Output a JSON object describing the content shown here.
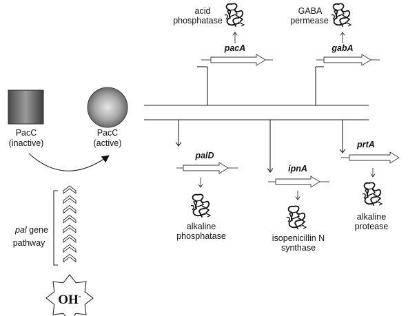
{
  "pacc_inactive": {
    "name": "PacC",
    "state": "(inactive)"
  },
  "pacc_active": {
    "name": "PacC",
    "state": "(active)"
  },
  "genes": {
    "pacA": {
      "name": "pacA",
      "product_line1": "acid",
      "product_line2": "phosphatase"
    },
    "gabA": {
      "name": "gabA",
      "product_line1": "GABA",
      "product_line2": "permease"
    },
    "palD": {
      "name": "palD",
      "product_line1": "alkaline",
      "product_line2": "phosphatase"
    },
    "ipnA": {
      "name": "ipnA",
      "product_line1": "isopenicillin N",
      "product_line2": "synthase"
    },
    "prtA": {
      "name": "prtA",
      "product_line1": "alkaline",
      "product_line2": "protease"
    }
  },
  "pal_pathway": {
    "line1_italic": "pal",
    "line1_rest": " gene",
    "line2": "pathway"
  },
  "signal": {
    "base": "OH",
    "superscript": "-"
  },
  "icons": {
    "protein": "protein-ribbon-icon",
    "gene": "gene-arrow-icon",
    "repress": "repression-bar-icon",
    "activate": "activation-arrow-icon"
  },
  "colors": {
    "ink": "#222222",
    "shape_dark": "#3a3a3a",
    "shape_light": "#d4d4d4"
  }
}
